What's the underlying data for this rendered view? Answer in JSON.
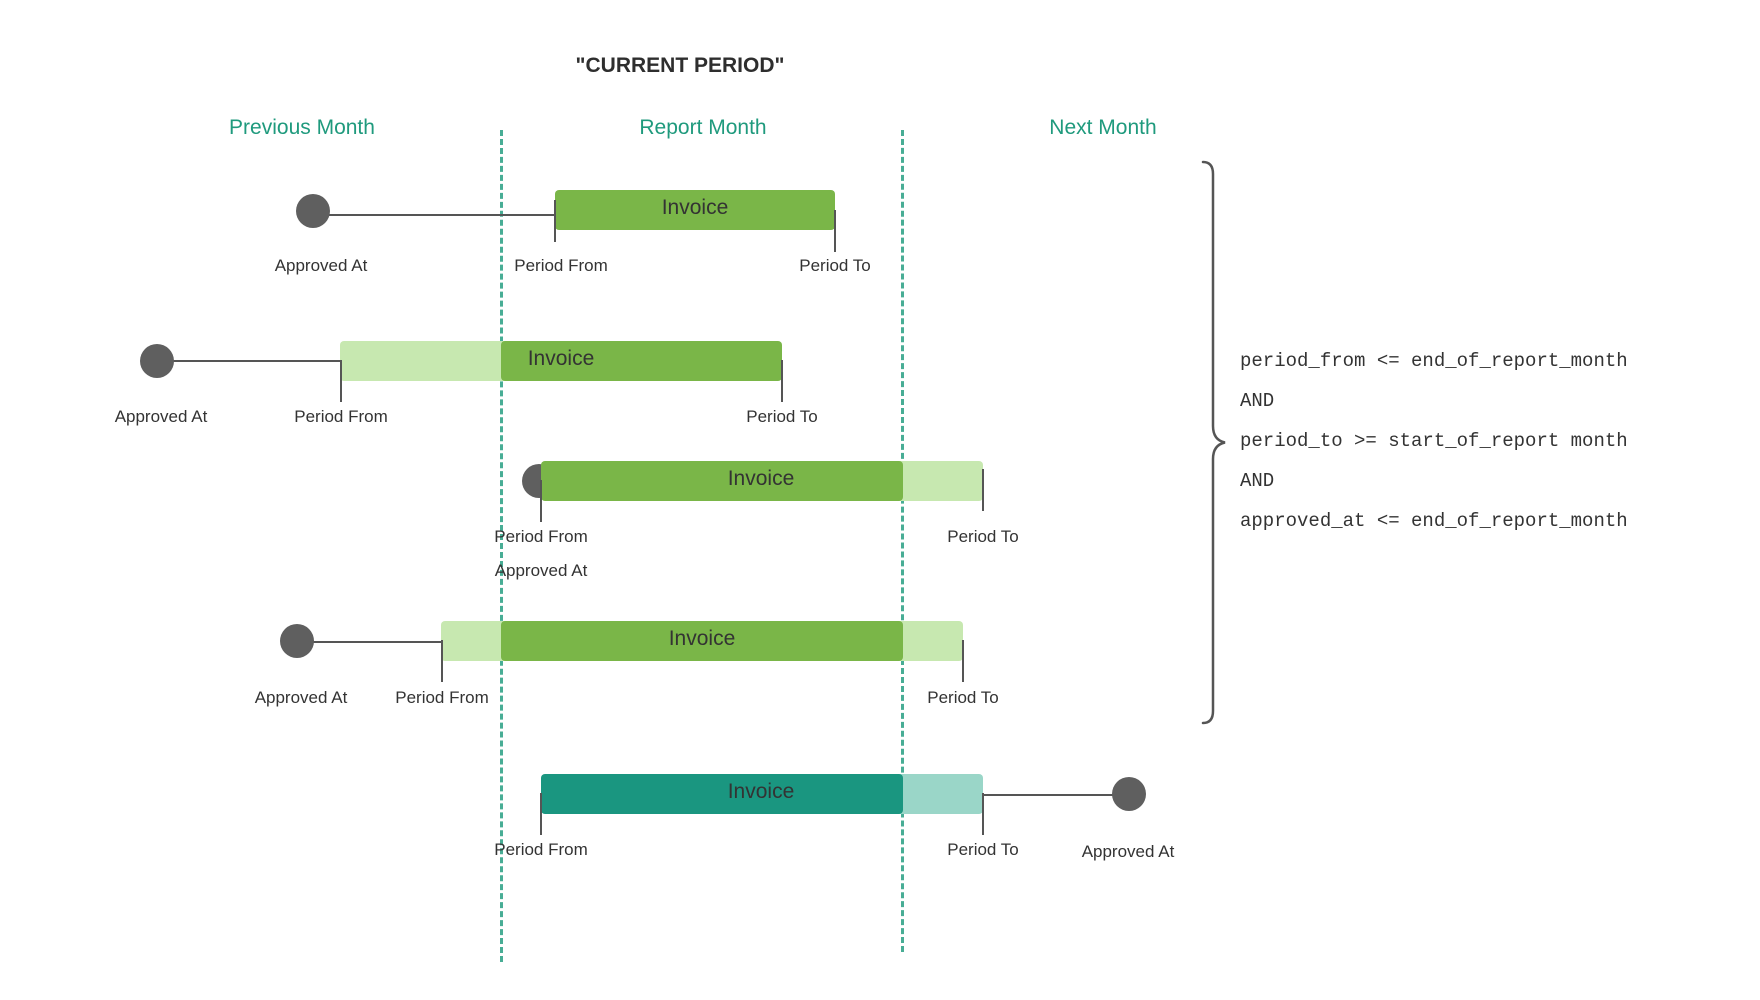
{
  "title": "\"CURRENT PERIOD\"",
  "columns": {
    "previous": "Previous Month",
    "report": "Report Month",
    "next": "Next Month"
  },
  "rows": [
    {
      "bar": "Invoice",
      "approved_at": "Approved At",
      "period_from": "Period From",
      "period_to": "Period To"
    },
    {
      "bar": "Invoice",
      "approved_at": "Approved At",
      "period_from": "Period From",
      "period_to": "Period To"
    },
    {
      "bar": "Invoice",
      "approved_at": "Approved At",
      "period_from": "Period From",
      "period_to": "Period To"
    },
    {
      "bar": "Invoice",
      "approved_at": "Approved At",
      "period_from": "Period From",
      "period_to": "Period To"
    },
    {
      "bar": "Invoice",
      "approved_at": "Approved At",
      "period_from": "Period From",
      "period_to": "Period To"
    }
  ],
  "conditions": [
    "period_from <= end_of_report_month",
    "AND",
    "period_to >= start_of_report month",
    "AND",
    "approved_at <= end_of_report_month"
  ],
  "colors": {
    "header": "#1f9a7d",
    "divider": "#48ad95",
    "bar_green": "#7ab648",
    "bar_green_light": "#c7e8b0",
    "bar_teal": "#1a9680",
    "bar_teal_light": "#9ad6c8",
    "dot": "#5f5f5f"
  }
}
